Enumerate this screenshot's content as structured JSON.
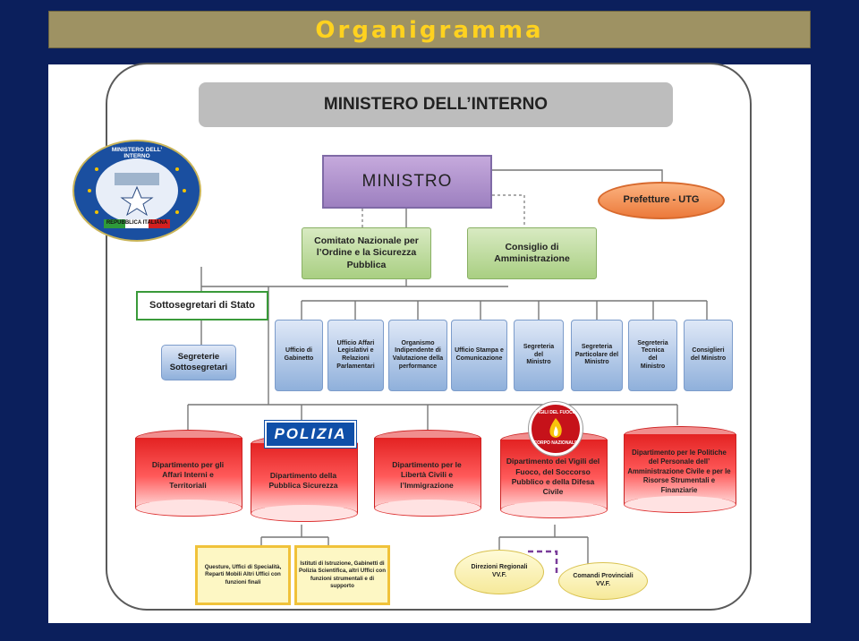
{
  "title": "Organigramma",
  "header": "MINISTERO DELL’INTERNO",
  "ministro": "MINISTRO",
  "prefetture": "Prefetture - UTG",
  "comitato": "Comitato Nazionale per l’Ordine e la Sicurezza Pubblica",
  "consiglio": "Consiglio di Amministrazione",
  "sottosegretari": "Sottosegretari di Stato",
  "segreterie_sottosegretari": "Segreterie Sottosegretari",
  "emblem": {
    "top_text": "MINISTERO DELL’ INTERNO",
    "bottom_text": "REPUBBLICA ITALIANA",
    "colors": {
      "ring": "#1a4fa0",
      "gold": "#f2c200"
    }
  },
  "offices": [
    "Ufficio di Gabinetto",
    "Ufficio Affari Legislativi e Relazioni Parlamentari",
    "Organismo Indipendente di Valutazione della performance",
    "Ufficio Stampa e Comunicazione",
    "Segreteria del Ministro",
    "Segreteria Particolare del Ministro",
    "Segreteria Tecnica del Ministro",
    "Consiglieri del Ministro"
  ],
  "departments": [
    "Dipartimento per gli Affari Interni e Territoriali",
    "Dipartimento della Pubblica Sicurezza",
    "Dipartimento per le Libertà Civili e l’Immigrazione",
    "Dipartimento dei Vigili del Fuoco, del Soccorso Pubblico e della Difesa Civile",
    "Dipartimento per le Politiche del Personale dell’ Amministrazione Civile e per le Risorse Strumentali e Finanziarie"
  ],
  "polizia_logo": "POLIZIA",
  "vvf_logo": {
    "top": "VIGILI DEL FUOCO",
    "bottom": "CORPO NAZIONALE"
  },
  "ps_units": [
    "Questure, Uffici di Specialità, Reparti Mobili Altri Uffici con funzioni finali",
    "Istituti di Istruzione, Gabinetti di Polizia Scientifica, altri Uffici con funzioni strumentali e di supporto"
  ],
  "vvf_units": [
    "Direzioni Regionali VV.F.",
    "Comandi Provinciali VV.F."
  ],
  "colors": {
    "background": "#0b1f5c",
    "title_text": "#ffd21f",
    "title_bar": "#9e9263",
    "department": "#e32222",
    "office": "#8fb0db"
  }
}
